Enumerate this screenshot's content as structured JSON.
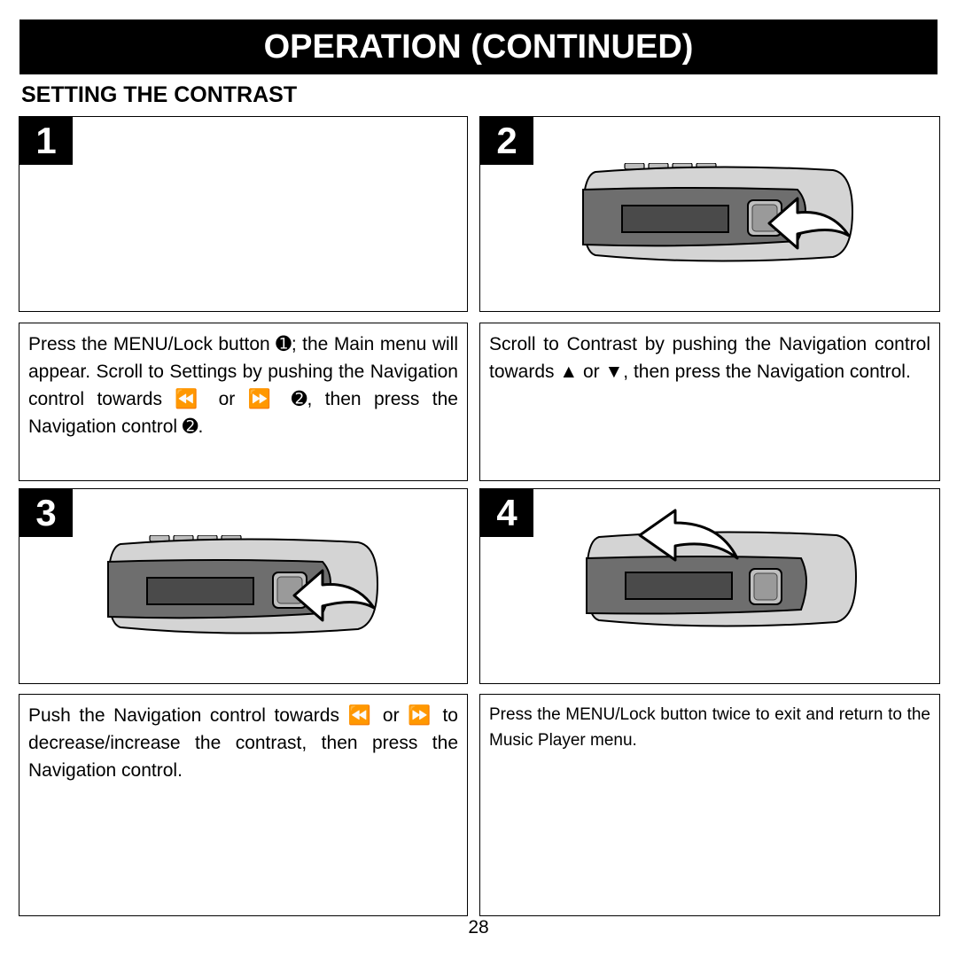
{
  "header": {
    "title": "OPERATION (CONTINUED)"
  },
  "section": {
    "title": "SETTING THE CONTRAST"
  },
  "steps": [
    {
      "number": "1",
      "text": "Press the MENU/Lock button ➊; the Main menu will appear. Scroll to Settings by pushing the Navigation control towards ⏪ or ⏩ ➋, then press the Navigation control ➋."
    },
    {
      "number": "2",
      "text": "Scroll to Contrast by pushing the Navigation control towards ▲ or ▼, then press the Navigation control."
    },
    {
      "number": "3",
      "text": "Push the Navigation control towards ⏪ or ⏩ to decrease/increase the contrast,  then press the Navigation control."
    },
    {
      "number": "4",
      "text": "Press the MENU/Lock button twice to exit and return to the Music Player menu."
    }
  ],
  "page": {
    "number": "28"
  }
}
